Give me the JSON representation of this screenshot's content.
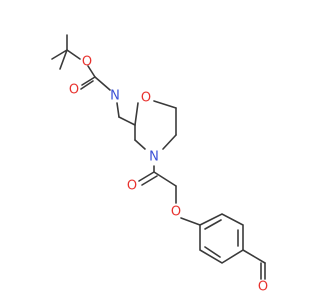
{
  "molecule": {
    "atoms": {
      "o_carbonyl_carbamate": {
        "symbol": "O",
        "color": "#e8322e"
      },
      "o_ester_carbamate": {
        "symbol": "O",
        "color": "#e8322e"
      },
      "n_carbamate": {
        "symbol": "N",
        "color": "#3b4fd6"
      },
      "o_morpholine": {
        "symbol": "O",
        "color": "#e8322e"
      },
      "n_morpholine": {
        "symbol": "N",
        "color": "#3b4fd6"
      },
      "o_amide": {
        "symbol": "O",
        "color": "#e8322e"
      },
      "o_ether": {
        "symbol": "O",
        "color": "#e8322e"
      },
      "o_aldehyde": {
        "symbol": "O",
        "color": "#e8322e"
      }
    },
    "bond_color": "#3a3a3a"
  }
}
